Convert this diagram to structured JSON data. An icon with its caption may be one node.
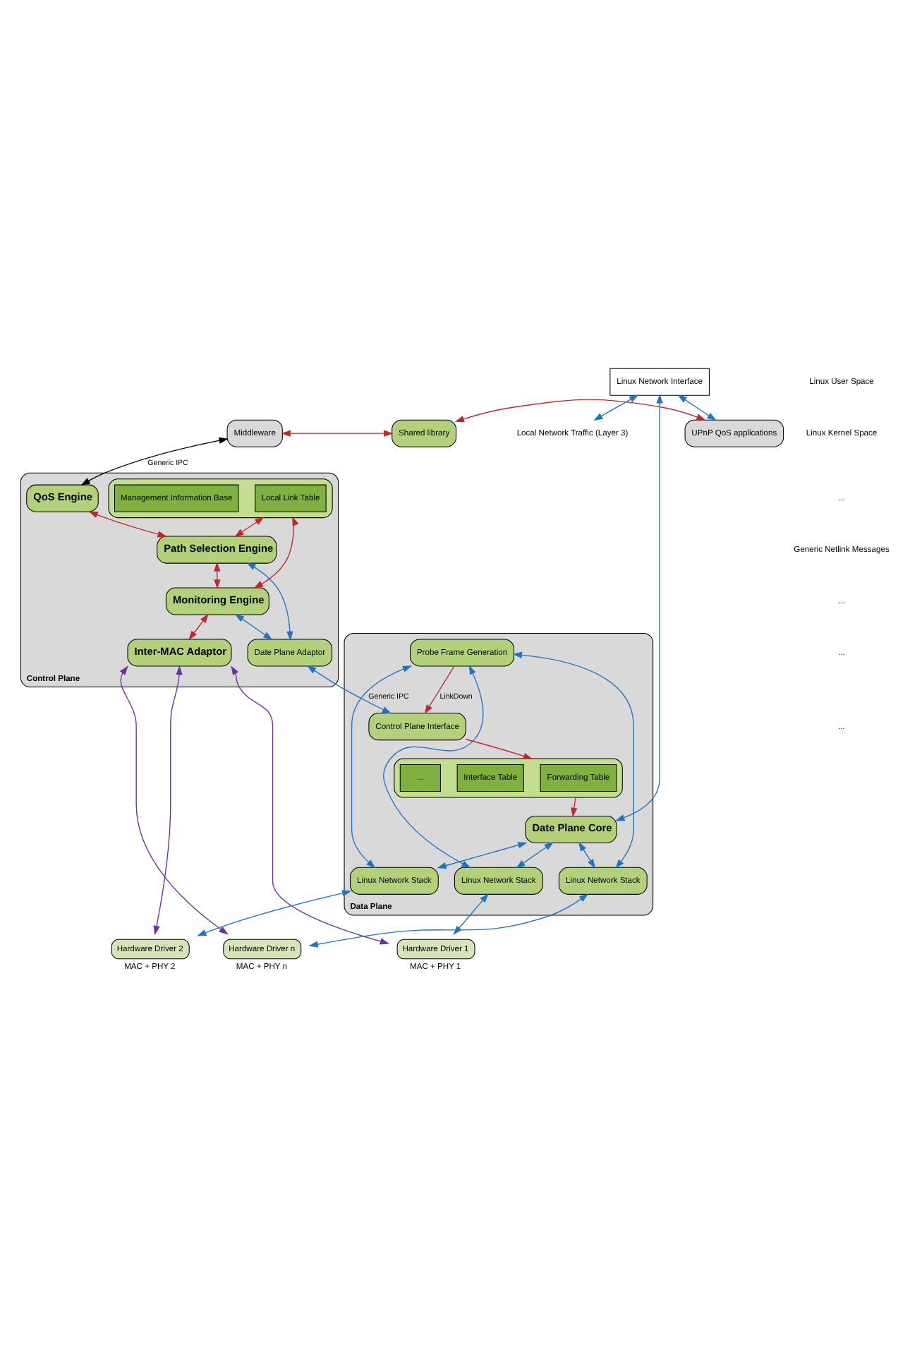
{
  "diagram": {
    "nodes": [
      {
        "text": [
          "Middleware"
        ]
      },
      {
        "text": [
          "Shared library"
        ]
      },
      {
        "text": [
          "UPnP QoS applications"
        ]
      },
      {
        "text": [
          "Control Plane"
        ]
      },
      {
        "text": [],
        "shape": "box",
        "in": 3
      },
      {
        "text": [
          "Local Link Table"
        ],
        "in": 4
      },
      {
        "text": [
          "Management Information Base"
        ],
        "in": 4
      },
      {
        "text": [
          "QoS Engine"
        ],
        "in": 3
      },
      {
        "text": [
          "Path Selection Engine"
        ],
        "in": 3
      },
      {
        "text": [
          "Monitoring Engine"
        ],
        "in": 3
      },
      {
        "text": [
          "Date Plane Adaptor"
        ],
        "in": 3
      },
      {
        "text": [
          "Inter-MAC Adaptor"
        ],
        "in": 3
      },
      {
        "text": [
          "Linux Network Interface"
        ]
      },
      {
        "text": [
          "Local Network Traffic (Layer 3)"
        ]
      },
      {
        "text": [
          "Data Plane"
        ]
      },
      {
        "text": [
          "Control Plane Interface"
        ],
        "in": 14
      },
      {
        "text": [],
        "shape": "box",
        "in": 14
      },
      {
        "text": [
          "Forwarding Table"
        ],
        "in": 16
      },
      {
        "text": [
          "Interface Table"
        ],
        "in": 16
      },
      {
        "text": [
          "..."
        ],
        "in": 16
      },
      {
        "text": [
          "Date Plane Core"
        ],
        "in": 14
      },
      {
        "text": [
          "Probe Frame Generation"
        ],
        "in": 14
      },
      {
        "text": [
          "Linux Network Stack"
        ],
        "in": 14
      },
      {
        "text": [
          "Linux Network Stack"
        ],
        "in": 14
      },
      {
        "text": [
          "Linux Network Stack"
        ],
        "in": 14
      },
      {
        "text": [
          "Hardware Driver 1"
        ],
        "beside": [
          "MAC + PHY 1"
        ]
      },
      {
        "text": [
          "Hardware Driver 2"
        ],
        "beside": [
          "MAC + PHY 2"
        ]
      },
      {
        "text": [
          "Hardware Driver n"
        ],
        "beside": [
          "MAC + PHY n"
        ]
      }
    ],
    "edges": [
      {
        "from": 0,
        "to": 1,
        "arrow": "both",
        "color": "#c0272d"
      },
      {
        "from": 1,
        "to": 2,
        "arrow": "both",
        "color": "#c0272d"
      },
      {
        "from": 0,
        "to": 7,
        "arrow": "both",
        "label": "Generic IPC",
        "color": "#000000"
      },
      {
        "from": 12,
        "to": 2,
        "arrow": "both"
      },
      {
        "from": 4,
        "to": 8,
        "arrow": "both",
        "color": "#c0272d"
      },
      {
        "from": 4,
        "to": 9,
        "arrow": "both",
        "color": "#c0272d"
      },
      {
        "from": 7,
        "to": 8,
        "arrow": "both",
        "color": "#c0272d"
      },
      {
        "from": 8,
        "to": 9,
        "arrow": "both",
        "color": "#c0272d"
      },
      {
        "from": 9,
        "to": 11,
        "arrow": "both",
        "color": "#c0272d"
      },
      {
        "from": 8,
        "to": 10,
        "arrow": "both"
      },
      {
        "from": 9,
        "to": 10,
        "arrow": "both"
      },
      {
        "from": 10,
        "to": 15,
        "arrow": "both",
        "label": "Generic IPC"
      },
      {
        "from": 12,
        "to": 13,
        "arrow": "both"
      },
      {
        "from": 12,
        "to": 20,
        "arrow": "both"
      },
      {
        "from": 15,
        "to": 16,
        "arrow": "to",
        "color": "#c0272d"
      },
      {
        "from": 16,
        "to": 20,
        "arrow": "to",
        "color": "#c0272d"
      },
      {
        "from": 21,
        "to": 15,
        "arrow": "to",
        "label": "LinkDown",
        "color": "#c0272d"
      },
      {
        "from": 20,
        "to": 22,
        "arrow": "both"
      },
      {
        "from": 20,
        "to": 23,
        "arrow": "both"
      },
      {
        "from": 20,
        "to": 24,
        "arrow": "both"
      },
      {
        "from": 22,
        "to": 25,
        "arrow": "both"
      },
      {
        "from": 23,
        "to": 26,
        "arrow": "both"
      },
      {
        "from": 24,
        "to": 27,
        "arrow": "both"
      },
      {
        "from": 21,
        "to": 24,
        "arrow": "both"
      },
      {
        "from": 21,
        "to": 23,
        "arrow": "both"
      },
      {
        "from": 21,
        "to": 22,
        "arrow": "both"
      },
      {
        "from": 11,
        "to": 27,
        "arrow": "both",
        "color": "#7030a0"
      },
      {
        "from": 11,
        "to": 26,
        "arrow": "both",
        "color": "#7030a0"
      },
      {
        "from": 11,
        "to": 25,
        "arrow": "both",
        "color": "#7030a0"
      }
    ],
    "labels": [
      "Linux User Space",
      "Linux Kernel Space",
      "...",
      "Generic Netlink Messages",
      "...",
      "...",
      "..."
    ]
  }
}
